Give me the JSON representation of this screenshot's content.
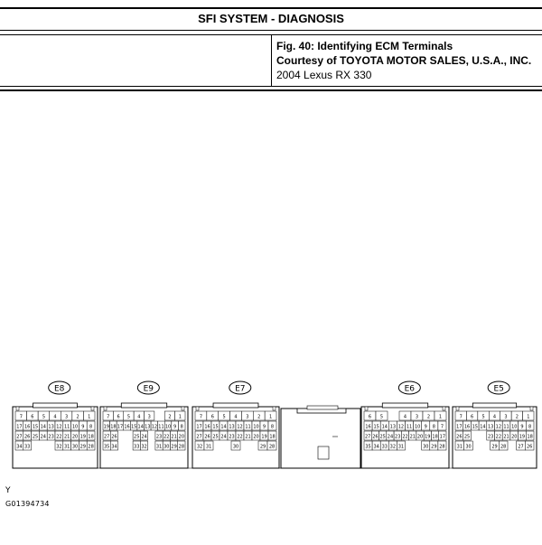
{
  "header": {
    "title": "SFI SYSTEM - DIAGNOSIS"
  },
  "figure_info": {
    "fig_title": "Fig. 40: Identifying ECM Terminals",
    "courtesy": "Courtesy of TOYOTA MOTOR SALES, U.S.A., INC.",
    "vehicle": "2004 Lexus RX 330"
  },
  "connectors": [
    {
      "label": "E8",
      "rows": [
        [
          "7",
          "6",
          "5",
          "4",
          "3",
          "2",
          "1"
        ],
        [
          "17",
          "16",
          "15",
          "14",
          "13",
          "12",
          "11",
          "10",
          "9",
          "8"
        ],
        [
          "27",
          "26",
          "25",
          "24",
          "23",
          "22",
          "21",
          "20",
          "19",
          "18"
        ],
        [
          "34",
          "33",
          "",
          "",
          "",
          "32",
          "31",
          "30",
          "29",
          "28"
        ]
      ]
    },
    {
      "label": "E9",
      "rows": [
        [
          "7",
          "6",
          "5",
          "4",
          "3",
          "",
          "2",
          "1"
        ],
        [
          "19",
          "18",
          "17",
          "16",
          "15",
          "14",
          "13",
          "12",
          "11",
          "10",
          "9",
          "8"
        ],
        [
          "27",
          "26",
          "",
          "",
          "25",
          "24",
          "",
          "23",
          "22",
          "21",
          "20"
        ],
        [
          "35",
          "34",
          "",
          "",
          "33",
          "32",
          "",
          "31",
          "30",
          "29",
          "28"
        ]
      ]
    },
    {
      "label": "E7",
      "rows": [
        [
          "7",
          "6",
          "5",
          "4",
          "3",
          "2",
          "1"
        ],
        [
          "17",
          "16",
          "15",
          "14",
          "13",
          "12",
          "11",
          "10",
          "9",
          "8"
        ],
        [
          "27",
          "26",
          "25",
          "24",
          "23",
          "22",
          "21",
          "20",
          "19",
          "18"
        ],
        [
          "32",
          "31",
          "",
          "",
          "30",
          "",
          "",
          "29",
          "28"
        ]
      ]
    },
    {
      "label": "E6",
      "rows": [
        [
          "6",
          "5",
          "",
          "4",
          "3",
          "2",
          "1"
        ],
        [
          "16",
          "15",
          "14",
          "13",
          "12",
          "11",
          "10",
          "9",
          "8",
          "7"
        ],
        [
          "27",
          "26",
          "25",
          "24",
          "23",
          "22",
          "21",
          "20",
          "19",
          "18",
          "17"
        ],
        [
          "35",
          "34",
          "33",
          "32",
          "31",
          "",
          "",
          "30",
          "29",
          "28"
        ]
      ]
    },
    {
      "label": "E5",
      "rows": [
        [
          "7",
          "6",
          "5",
          "4",
          "3",
          "2",
          "1"
        ],
        [
          "17",
          "16",
          "15",
          "14",
          "13",
          "12",
          "11",
          "10",
          "9",
          "8"
        ],
        [
          "26",
          "25",
          "",
          "",
          "23",
          "22",
          "21",
          "20",
          "19",
          "18"
        ],
        [
          "31",
          "30",
          "",
          "",
          "29",
          "28",
          "",
          "27",
          "26"
        ]
      ]
    }
  ],
  "footer": {
    "axis_letter": "Y",
    "figure_code": "G01394734"
  }
}
